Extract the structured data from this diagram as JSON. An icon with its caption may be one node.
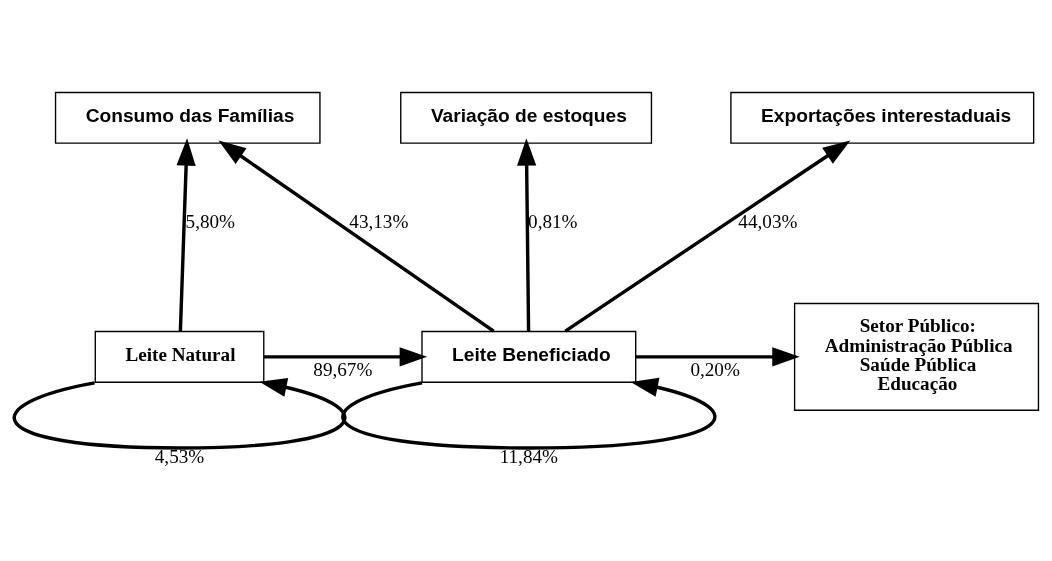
{
  "diagram": {
    "nodes": [
      {
        "text": [
          "Variação de estoques"
        ]
      },
      {
        "text": [
          "Consumo das Famílias"
        ]
      },
      {
        "text": [
          "Exportações interestaduais"
        ]
      },
      {
        "text": [
          "Leite Natural"
        ]
      },
      {
        "text": [
          "Leite Beneficiado"
        ]
      },
      {
        "text": [
          "Setor Público:",
          "Administração Pública",
          "Saúde Pública",
          "Educação"
        ]
      }
    ],
    "edges": [
      {
        "from": 4,
        "to": 1,
        "arrow": "to",
        "label": "43,13%"
      },
      {
        "from": 4,
        "to": 0,
        "arrow": "to",
        "label": "0,81%"
      },
      {
        "from": 4,
        "to": 2,
        "arrow": "to",
        "label": "44,03%"
      },
      {
        "from": 3,
        "to": 1,
        "arrow": "to",
        "label": "5,80%"
      },
      {
        "from": 3,
        "to": 4,
        "arrow": "to",
        "label": "89,67%"
      },
      {
        "from": 4,
        "to": 5,
        "arrow": "to",
        "label": "0,20%"
      },
      {
        "from": 3,
        "to": 3,
        "arrow": "to",
        "label": "4,53%"
      },
      {
        "from": 4,
        "to": 4,
        "arrow": "to",
        "label": "11,84%"
      }
    ]
  }
}
